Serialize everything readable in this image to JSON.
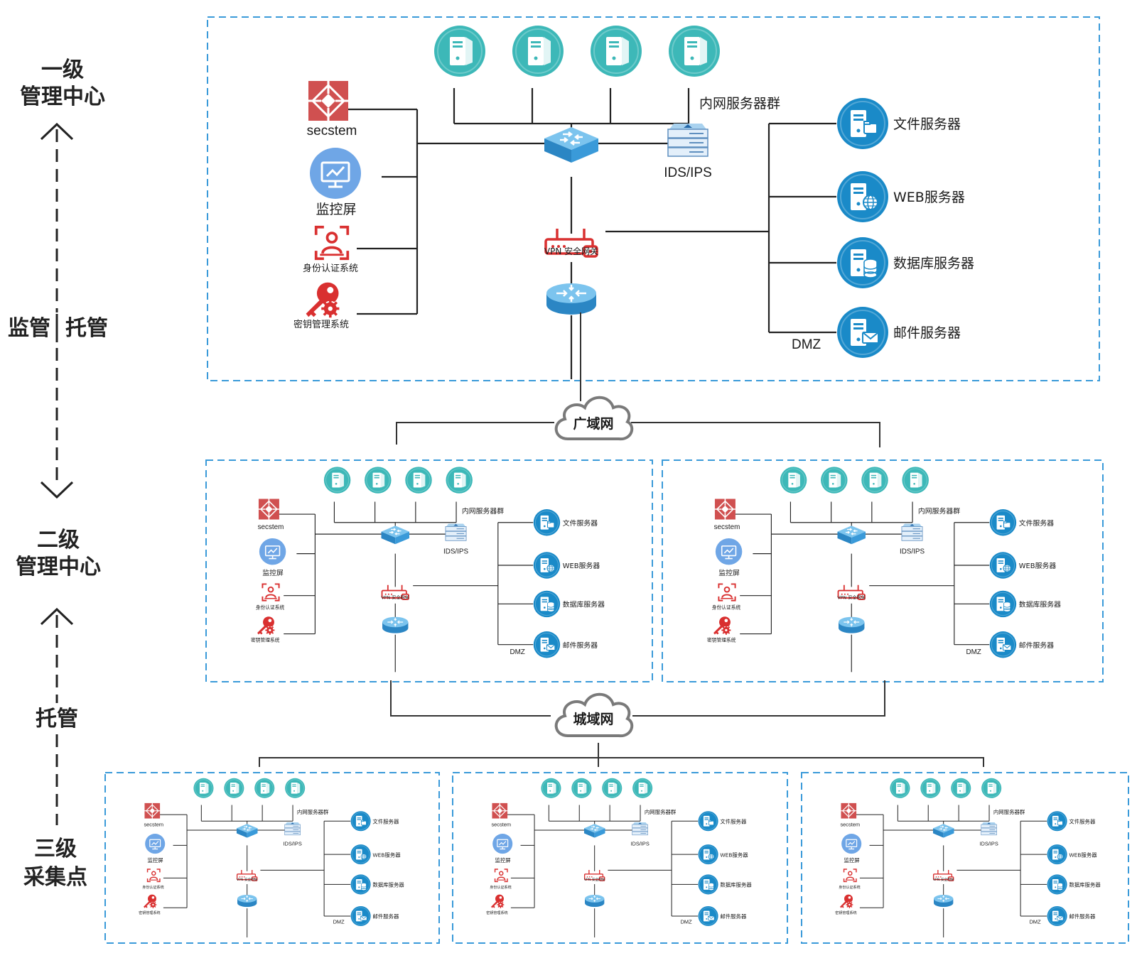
{
  "levels": {
    "first": [
      "一级",
      "管理中心"
    ],
    "second": [
      "二级",
      "管理中心"
    ],
    "third": [
      "三级",
      "采集点"
    ]
  },
  "relations": {
    "supervise": "监管",
    "host_top": "托管",
    "host_bottom": "托管"
  },
  "networks": {
    "wan": "广域网",
    "man": "城域网"
  },
  "site": {
    "secstem": "secstem",
    "monitor": "监控屏",
    "auth": "身份认证系统",
    "key_mgmt": "密钥管理系统",
    "intranet_group": "内网服务器群",
    "ids": "IDS/IPS",
    "vpn": "VPN 安全网关",
    "dmz": "DMZ",
    "dmz_servers": [
      "文件服务器",
      "WEB服务器",
      "数据库服务器",
      "邮件服务器"
    ],
    "dmz_server_icons": [
      "file-icon",
      "globe-icon",
      "database-icon",
      "mail-icon"
    ]
  },
  "colors": {
    "teal": "#3db8b8",
    "blue": "#1a8ac8",
    "red": "#d93030",
    "switch": "#4aa6dc",
    "frame": "#3a9ad9"
  }
}
